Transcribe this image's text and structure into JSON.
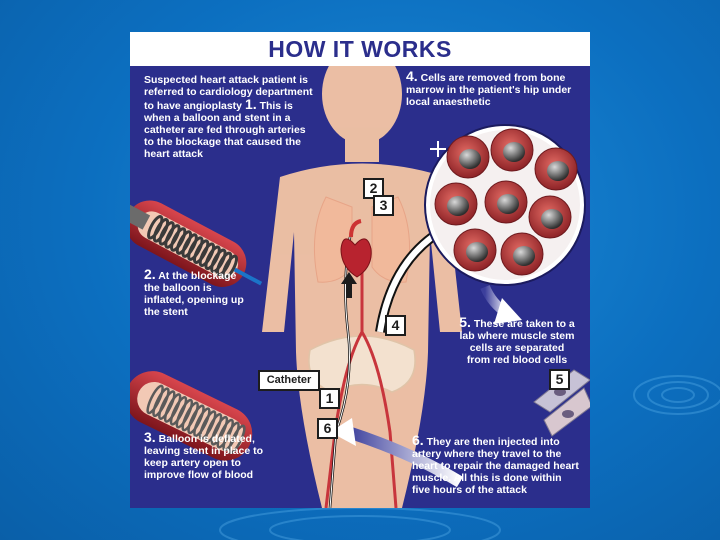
{
  "title": "HOW IT WORKS",
  "steps": [
    {
      "num": "1.",
      "before": "Suspected heart attack patient is referred to cardiology department to have angioplasty",
      "text": "This is when a balloon and stent in a catheter are fed through arteries to the blockage that caused the heart attack"
    },
    {
      "num": "2.",
      "text": "At the blockage the balloon is inflated, opening up the stent"
    },
    {
      "num": "3.",
      "text": "Balloon is deflated, leaving stent in place to keep artery open to improve flow of blood"
    },
    {
      "num": "4.",
      "text": "Cells are removed from bone marrow in the patient's hip under local anaesthetic"
    },
    {
      "num": "5.",
      "text": "These are taken to a lab where muscle stem cells are separated from red blood cells"
    },
    {
      "num": "6.",
      "text": "They are then injected into artery where they travel to the heart to repair the damaged heart muscle. All this is done within five hours of the attack"
    }
  ],
  "badges": [
    "1",
    "2",
    "3",
    "4",
    "5",
    "6"
  ],
  "catheter_label": "Catheter",
  "colors": {
    "slide_blue": "#0c6fc0",
    "panel_navy": "#2b2e8c",
    "skin": "#f7c9a8",
    "artery_red": "#b8232f",
    "cell_red": "#c0403e"
  }
}
